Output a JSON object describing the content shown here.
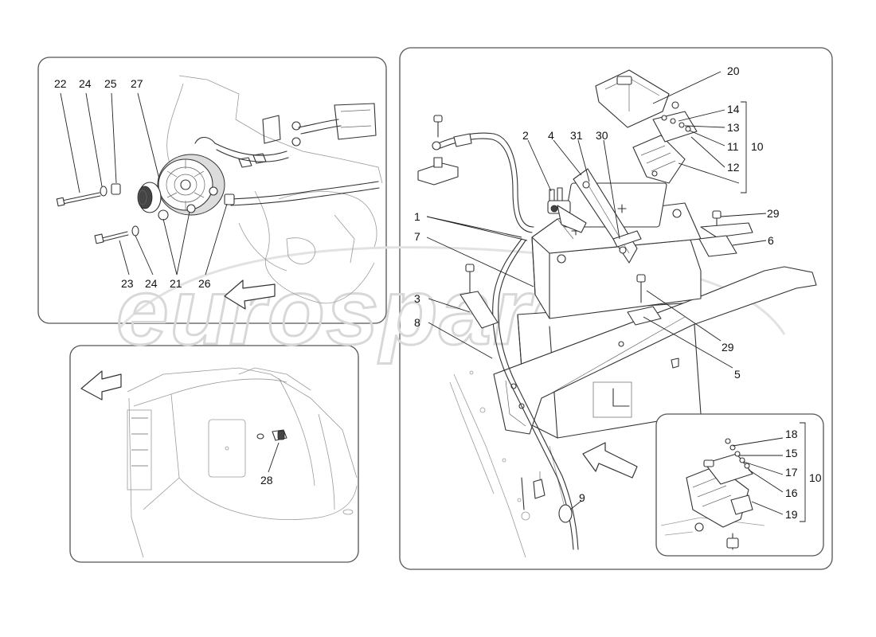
{
  "watermark": {
    "text": "eurospares"
  },
  "colors": {
    "line": "#333333",
    "panel_border": "#555555",
    "watermark": "#d8d8d8"
  },
  "panels": {
    "alternator": {
      "callouts": [
        "22",
        "24",
        "25",
        "27",
        "23",
        "24",
        "21",
        "26"
      ]
    },
    "trunk_view": {
      "callouts": [
        "28"
      ]
    },
    "battery_assembly": {
      "callouts": [
        "20",
        "14",
        "13",
        "11",
        "10",
        "12",
        "2",
        "4",
        "31",
        "30",
        "1",
        "7",
        "29",
        "6",
        "3",
        "8",
        "29",
        "5",
        "9"
      ]
    },
    "fuse_box_detail": {
      "callouts": [
        "18",
        "15",
        "17",
        "16",
        "10",
        "19"
      ]
    }
  },
  "icons": [
    "direction-arrow-icon"
  ]
}
